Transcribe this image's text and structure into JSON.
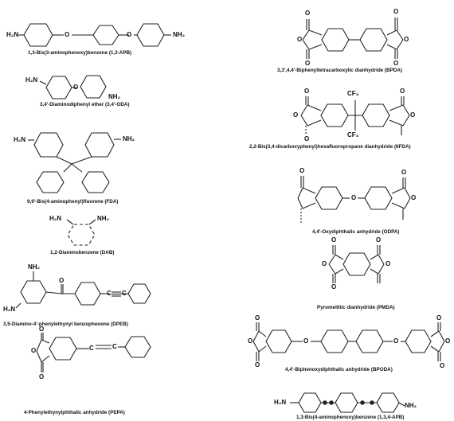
{
  "captions": {
    "apb13": "1,3-Bis(3-aminophenoxy)benzene (1,3-APB)",
    "oda": "3,4'-Diaminodiphenyl ether (3,4'-ODA)",
    "fda": "9,9'-Bis(4-aminophenyl)fluorene (FDA)",
    "dab": "1,2-Diaminobenzene (DAB)",
    "dpeb": "3,5-Diamino-4'-phenylethynyl benzophenone (DPEB)",
    "pepa": "4-Phenylethynylphthalic anhydride (PEPA)",
    "bpda": "3,3',4,4'-Biphenyltetracarboxylic dianhydride (BPDA)",
    "sixfda": "2,2-Bis(3,4-dicarboxyphenyl)hexafluoropropane dianhydride (6FDA)",
    "odpa": "4,4'-Oxydiphthalic anhydride (ODPA)",
    "pmda": "Pyromellitic dianhydride (PMDA)",
    "bpoda": "4,4'-Biphenoxydiphthalic anhydride (BPODA)",
    "apb134": "1,3-Bis(4-aminophenoxy)benzene (1,3,4-APB)"
  },
  "atoms": {
    "h2n": "H₂N",
    "nh2": "NH₂",
    "nh2_sub": "NH",
    "h2n_plain": "H",
    "o": "O",
    "c": "C",
    "cf3": "CF₃"
  }
}
